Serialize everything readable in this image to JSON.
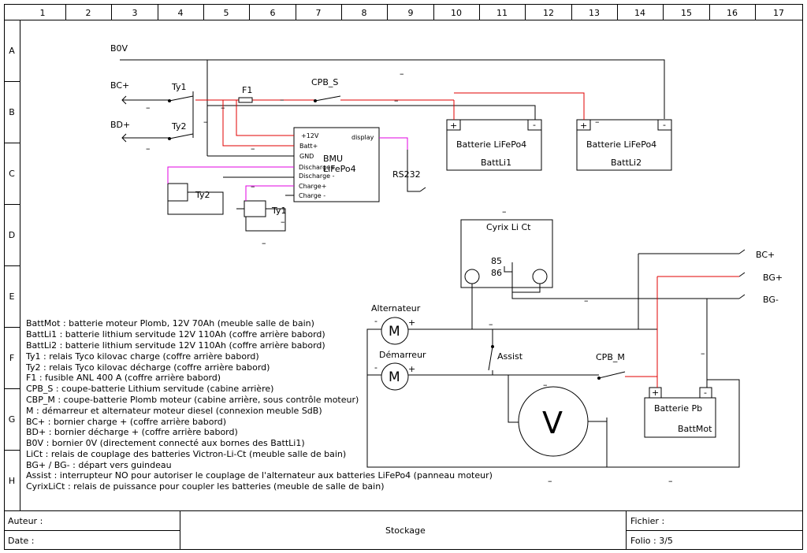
{
  "columns": [
    "1",
    "2",
    "3",
    "4",
    "5",
    "6",
    "7",
    "8",
    "9",
    "10",
    "11",
    "12",
    "13",
    "14",
    "15",
    "16",
    "17"
  ],
  "rows": [
    "A",
    "B",
    "C",
    "D",
    "E",
    "F",
    "G",
    "H"
  ],
  "labels": {
    "b0v": "B0V",
    "bc_plus": "BC+",
    "bd_plus": "BD+",
    "ty1": "Ty1",
    "ty2": "Ty2",
    "f1": "F1",
    "cpb_s": "CPB_S",
    "cpb_m": "CPB_M",
    "rs232": "RS232",
    "bmu_line1": "BMU",
    "bmu_line2": "LiFePo4",
    "bmu_pins": [
      "+12V",
      "Batt+",
      "GND",
      "Discharge+",
      "Discharge -",
      "Charge+",
      "Charge -"
    ],
    "bmu_display": "display",
    "batt1_title": "Batterie LiFePo4",
    "batt1_name": "BattLi1",
    "batt2_title": "Batterie LiFePo4",
    "batt2_name": "BattLi2",
    "cyrix_title": "Cyrix Li Ct",
    "cyrix_85": "85",
    "cyrix_86": "86",
    "bc_plus_right": "BC+",
    "bg_plus": "BG+",
    "bg_minus": "BG-",
    "alternateur": "Alternateur",
    "demarreur": "Démarreur",
    "motor_symbol": "M",
    "assist": "Assist",
    "voltmeter": "V",
    "battpb_title": "Batterie Pb",
    "battpb_name": "BattMot",
    "plus": "+",
    "minus": "-",
    "dash": "–"
  },
  "legend": [
    "BattMot : batterie moteur Plomb, 12V 70Ah (meuble salle de bain)",
    "BattLi1 : batterie lithium servitude 12V 110Ah (coffre arrière babord)",
    "BattLi2 : batterie lithium servitude 12V 110Ah (coffre arrière babord)",
    "Ty1 : relais Tyco kilovac charge (coffre arrière babord)",
    "Ty2 : relais Tyco kilovac décharge (coffre arrière babord)",
    "F1 : fusible ANL 400 A (coffre arrière babord)",
    "CPB_S : coupe-batterie Lithium servitude (cabine arrière)",
    "CBP_M : coupe-batterie Plomb moteur (cabine arrière, sous contrôle moteur)",
    "M : démarreur et alternateur moteur diesel (connexion meuble SdB)",
    "BC+ : bornier charge + (coffre arrière babord)",
    "BD+ : bornier décharge + (coffre arrière babord)",
    "B0V : bornier 0V (directement connecté aux bornes des BattLi1)",
    "LiCt : relais de couplage des batteries Victron-Li-Ct (meuble salle de bain)",
    "BG+ / BG- : départ vers guindeau",
    "Assist : interrupteur NO pour autoriser le couplage de l'alternateur aux batteries LiFePo4 (panneau moteur)",
    "CyrixLiCt : relais de puissance pour coupler les batteries (meuble de salle de bain)"
  ],
  "title_block": {
    "auteur": "Auteur :",
    "date": "Date :",
    "title": "Stockage",
    "fichier": "Fichier :",
    "folio": "Folio : 3/5"
  },
  "colors": {
    "wire": "#000000",
    "positive": "#e00000",
    "signal": "#e000e0",
    "frame": "#000000"
  }
}
